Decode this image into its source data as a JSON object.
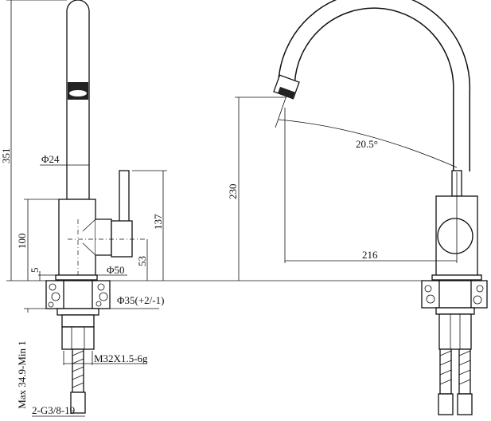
{
  "left_view": {
    "height_total": "351",
    "spout_diameter": "Φ24",
    "body_height": "100",
    "handle_height": "137",
    "base_thickness": "5",
    "body_diameter": "Φ50",
    "handle_axis_height": "53",
    "hole_diameter": "Φ35(+2/-1)",
    "deck_thickness": "Max  34.9-Min  1",
    "thread": "M32X1.5-6g",
    "hose_connector": "2-G3/8-19"
  },
  "right_view": {
    "outlet_height": "230",
    "swivel_angle": "20.5°",
    "reach": "216"
  }
}
